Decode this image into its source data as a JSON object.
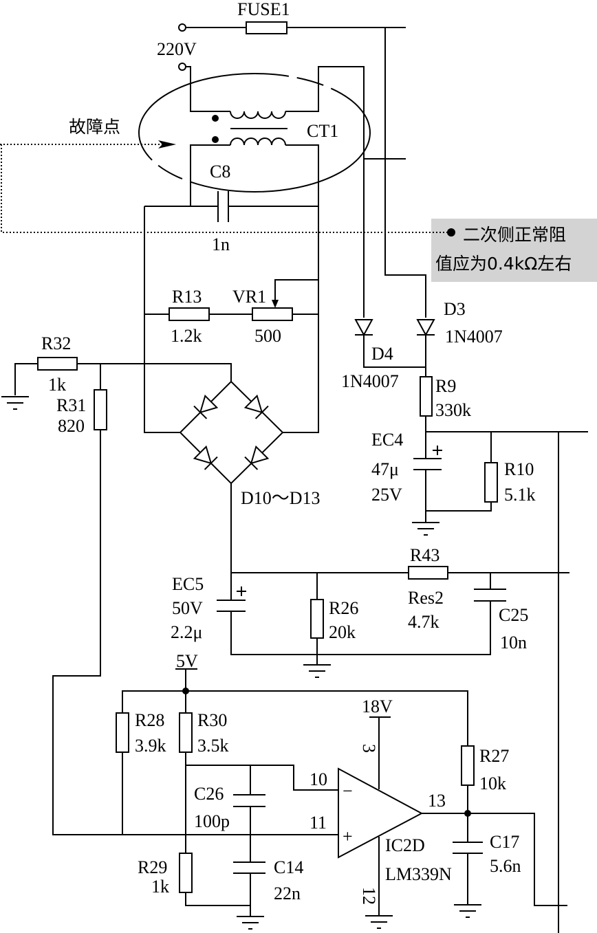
{
  "diagram": {
    "labels": {
      "fuse": "FUSE1",
      "mains": "220V",
      "ct": "CT1",
      "fault": "故障点",
      "c8": "C8",
      "c8_val": "1n",
      "r13": "R13",
      "r13_val": "1.2k",
      "vr1": "VR1",
      "vr1_val": "500",
      "r32": "R32",
      "r32_val": "1k",
      "r31": "R31",
      "r31_val": "820",
      "bridge": "D10～D13",
      "d3": "D3",
      "d3_val": "1N4007",
      "d4": "D4",
      "d4_val": "1N4007",
      "r9": "R9",
      "r9_val": "330k",
      "ec4": "EC4",
      "ec4_cap": "47μ",
      "ec4_volt": "25V",
      "r10": "R10",
      "r10_val": "5.1k",
      "r43": "R43",
      "r43_val1": "Res2",
      "r43_val2": "4.7k",
      "ec5": "EC5",
      "ec5_volt": "50V",
      "ec5_cap": "2.2μ",
      "r26": "R26",
      "r26_val": "20k",
      "c25": "C25",
      "c25_val": "10n",
      "v5": "5V",
      "r28": "R28",
      "r28_val": "3.9k",
      "r30": "R30",
      "r30_val": "3.5k",
      "v18": "18V",
      "pin3": "3",
      "pin10": "10",
      "pin11": "11",
      "pin12": "12",
      "pin13": "13",
      "minus": "−",
      "plus": "+",
      "r27": "R27",
      "r27_val": "10k",
      "c26": "C26",
      "c26_val": "100p",
      "r29": "R29",
      "r29_val": "1k",
      "c14": "C14",
      "c14_val": "22n",
      "ic": "IC2D",
      "ic_part": "LM339N",
      "c17": "C17",
      "c17_val": "5.6n"
    },
    "callout": {
      "line1": "二次侧正常阻",
      "line2": "值应为0.4kΩ左右",
      "background": "#d3d3d3"
    }
  }
}
